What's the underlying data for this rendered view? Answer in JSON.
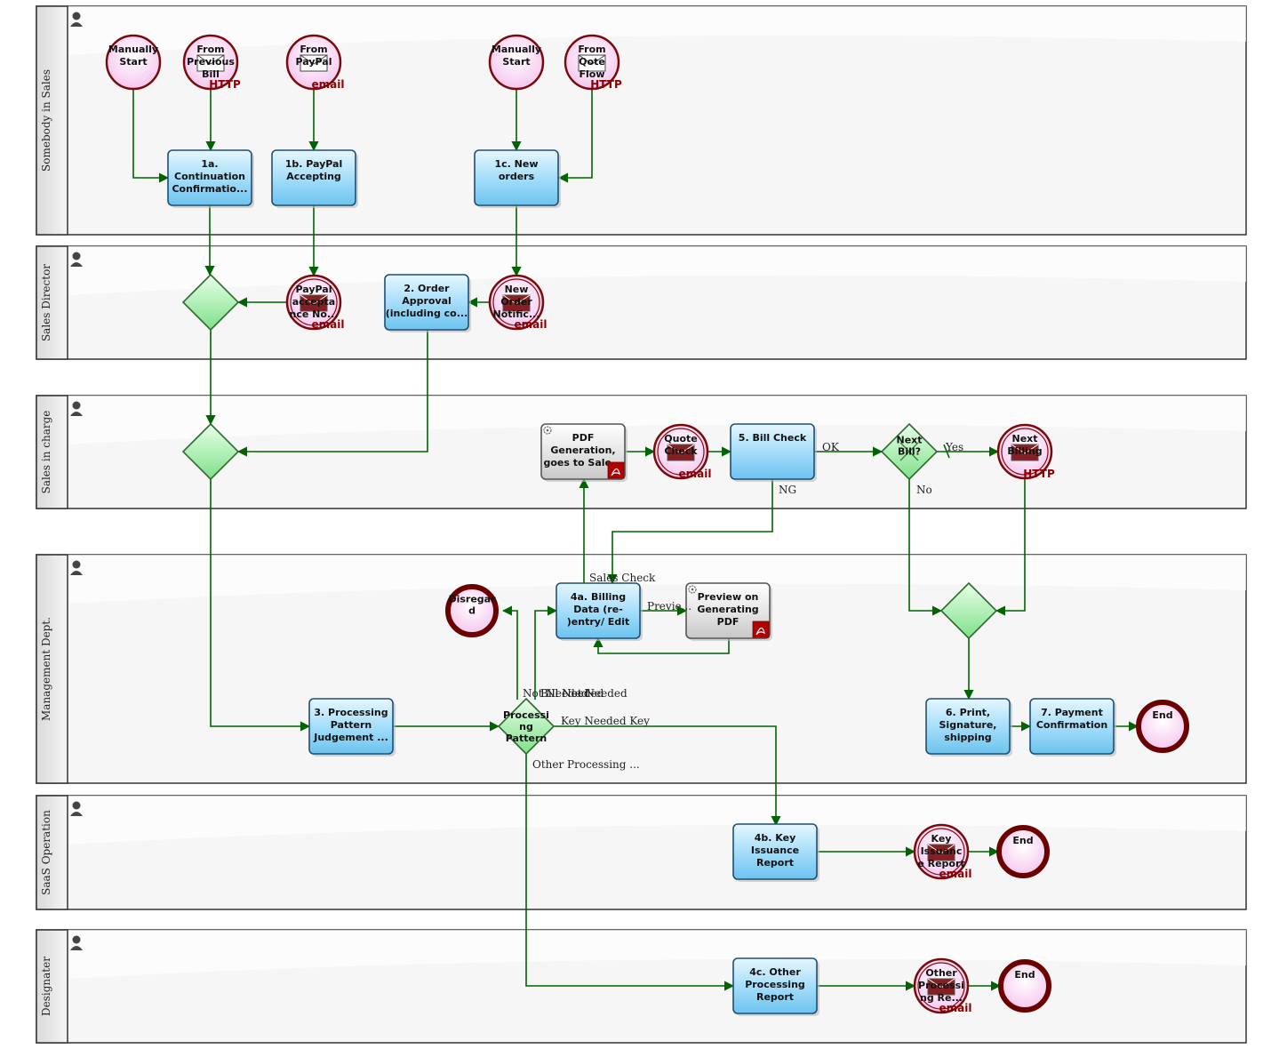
{
  "lanes": [
    {
      "id": "lane-sales",
      "label": "Somebody in Sales"
    },
    {
      "id": "lane-director",
      "label": "Sales Director"
    },
    {
      "id": "lane-incharge",
      "label": "Sales in charge"
    },
    {
      "id": "lane-mgmt",
      "label": "Management Dept."
    },
    {
      "id": "lane-saas",
      "label": "SaaS Operation"
    },
    {
      "id": "lane-designater",
      "label": "Designater"
    }
  ],
  "nodes": [
    {
      "id": "start1",
      "type": "start",
      "lines": [
        "Manually",
        "Start"
      ]
    },
    {
      "id": "start2",
      "type": "msg-start",
      "lines": [
        "From",
        "Previous",
        "Bill"
      ],
      "badge": "HTTP"
    },
    {
      "id": "start3",
      "type": "msg-start",
      "lines": [
        "From",
        "PayPal"
      ],
      "badge": "email"
    },
    {
      "id": "start4",
      "type": "start",
      "lines": [
        "Manually",
        "Start"
      ]
    },
    {
      "id": "start5",
      "type": "msg-start",
      "lines": [
        "From",
        "Qote",
        "Flow"
      ],
      "badge": "HTTP"
    },
    {
      "id": "task1a",
      "type": "task",
      "lines": [
        "1a.",
        "Continuation",
        "Confirmatio..."
      ]
    },
    {
      "id": "task1b",
      "type": "task",
      "lines": [
        "1b. PayPal",
        "Accepting"
      ]
    },
    {
      "id": "task1c",
      "type": "task",
      "lines": [
        "1c. New",
        "orders"
      ]
    },
    {
      "id": "gw1",
      "type": "gateway",
      "lines": []
    },
    {
      "id": "ev-paypal",
      "type": "msg-inter",
      "lines": [
        "PayPal",
        "accepta",
        "nce No..."
      ],
      "badge": "email"
    },
    {
      "id": "task2",
      "type": "task",
      "lines": [
        "2. Order",
        "Approval",
        "(including co..."
      ]
    },
    {
      "id": "ev-neworder",
      "type": "msg-inter",
      "lines": [
        "New",
        "Order",
        "Notific..."
      ],
      "badge": "email"
    },
    {
      "id": "gw2",
      "type": "gateway",
      "lines": []
    },
    {
      "id": "svc-pdfgen",
      "type": "service",
      "lines": [
        "PDF",
        "Generation,",
        "goes to Sale..."
      ]
    },
    {
      "id": "ev-quote",
      "type": "msg-inter",
      "lines": [
        "Quote",
        "Check"
      ],
      "badge": "email"
    },
    {
      "id": "task5",
      "type": "task",
      "lines": [
        "5. Bill Check"
      ]
    },
    {
      "id": "gw-nextbill",
      "type": "gateway",
      "lines": [
        "Next",
        "Bill?"
      ]
    },
    {
      "id": "ev-nextbilling",
      "type": "msg-inter",
      "lines": [
        "Next",
        "Billing"
      ],
      "badge": "HTTP"
    },
    {
      "id": "end-disregard",
      "type": "end",
      "lines": [
        "Disregar",
        "d"
      ]
    },
    {
      "id": "task4a",
      "type": "task",
      "lines": [
        "4a. Billing",
        "Data (re-",
        ")entry/ Edit"
      ]
    },
    {
      "id": "svc-preview",
      "type": "service",
      "lines": [
        "Preview on",
        "Generating",
        "PDF"
      ]
    },
    {
      "id": "gw3",
      "type": "gateway",
      "lines": []
    },
    {
      "id": "task3",
      "type": "task",
      "lines": [
        "3. Processing",
        "Pattern",
        "Judgement ..."
      ]
    },
    {
      "id": "gw-pattern",
      "type": "gateway",
      "lines": [
        "Processi",
        "ng",
        "Pattern"
      ]
    },
    {
      "id": "task6",
      "type": "task",
      "lines": [
        "6. Print,",
        "Signature,",
        "shipping"
      ]
    },
    {
      "id": "task7",
      "type": "task",
      "lines": [
        "7. Payment",
        "Confirmation"
      ]
    },
    {
      "id": "end1",
      "type": "end",
      "lines": [
        "End"
      ]
    },
    {
      "id": "task4b",
      "type": "task",
      "lines": [
        "4b. Key",
        "Issuance",
        "Report"
      ]
    },
    {
      "id": "ev-keyreport",
      "type": "msg-inter",
      "lines": [
        "Key",
        "Issuanc",
        "e Report"
      ],
      "badge": "email"
    },
    {
      "id": "end2",
      "type": "end",
      "lines": [
        "End"
      ]
    },
    {
      "id": "task4c",
      "type": "task",
      "lines": [
        "4c. Other",
        "Processing",
        "Report"
      ]
    },
    {
      "id": "ev-otherreport",
      "type": "msg-inter",
      "lines": [
        "Other",
        "Processi",
        "ng Re..."
      ],
      "badge": "email"
    },
    {
      "id": "end3",
      "type": "end",
      "lines": [
        "End"
      ]
    }
  ],
  "edge_labels": [
    {
      "id": "lbl-ok",
      "text": "OK"
    },
    {
      "id": "lbl-yes",
      "text": "Yes"
    },
    {
      "id": "lbl-ng",
      "text": "NG"
    },
    {
      "id": "lbl-no",
      "text": "No"
    },
    {
      "id": "lbl-salescheck",
      "text": "Sales Check"
    },
    {
      "id": "lbl-preview",
      "text": "Previe..."
    },
    {
      "id": "lbl-notneeded",
      "text": "Not Needed"
    },
    {
      "id": "lbl-billneeded",
      "text": "Bill Needed"
    },
    {
      "id": "lbl-billnotneeded",
      "text": "Bill Not Needed"
    },
    {
      "id": "lbl-keyneeded",
      "text": "Key Needed Key"
    },
    {
      "id": "lbl-other",
      "text": "Other Processing ..."
    }
  ]
}
